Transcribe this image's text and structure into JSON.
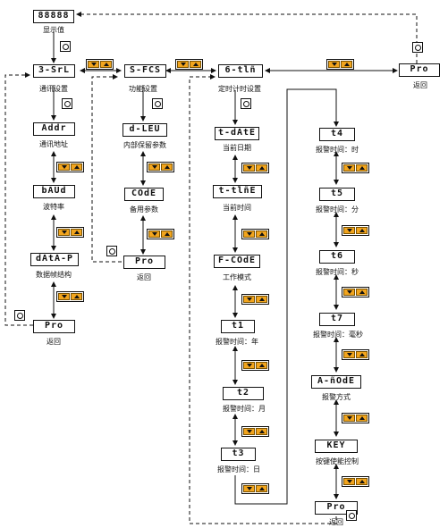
{
  "nodes": {
    "display": {
      "lcd": "88888",
      "label": "显示值"
    },
    "comm": {
      "lcd": "3-SrL",
      "label": "通讯设置"
    },
    "func": {
      "lcd": "S-FCS",
      "label": "功能设置"
    },
    "timer": {
      "lcd": "6-tlñ",
      "label": "定时计时设置"
    },
    "pro_top": {
      "lcd": "Pro",
      "label": "返回"
    },
    "addr": {
      "lcd": "Addr",
      "label": "通讯地址"
    },
    "baud": {
      "lcd": "bAUd",
      "label": "波特率"
    },
    "data_p": {
      "lcd": "dAtA-P",
      "label": "数据帧结构"
    },
    "pro_comm": {
      "lcd": "Pro",
      "label": "返回"
    },
    "d_lev": {
      "lcd": "d-LEU",
      "label": "内部保留参数"
    },
    "code": {
      "lcd": "COdE",
      "label": "备用参数"
    },
    "pro_func": {
      "lcd": "Pro",
      "label": "返回"
    },
    "t_date": {
      "lcd": "t-dAtE",
      "label": "当前日期"
    },
    "t_time": {
      "lcd": "t-tlñE",
      "label": "当前时间"
    },
    "f_code": {
      "lcd": "F-COdE",
      "label": "工作模式"
    },
    "t1": {
      "lcd": "t1",
      "label": "报警时间：年"
    },
    "t2": {
      "lcd": "t2",
      "label": "报警时间：月"
    },
    "t3": {
      "lcd": "t3",
      "label": "报警时间：日"
    },
    "t4": {
      "lcd": "t4",
      "label": "报警时间：时"
    },
    "t5": {
      "lcd": "t5",
      "label": "报警时间：分"
    },
    "t6": {
      "lcd": "t6",
      "label": "报警时间：秒"
    },
    "t7": {
      "lcd": "t7",
      "label": "报警时间：毫秒"
    },
    "a_mode": {
      "lcd": "A-ñOdE",
      "label": "报警方式"
    },
    "key": {
      "lcd": "KEY",
      "label": "按键使能控制"
    },
    "pro_timer": {
      "lcd": "Pro",
      "label": "返回"
    }
  },
  "icons": {
    "updown": "up-down-keypad-icon",
    "enter": "enter-key-icon"
  },
  "colors": {
    "key_fill": "#f2a51e",
    "line": "#111111"
  }
}
